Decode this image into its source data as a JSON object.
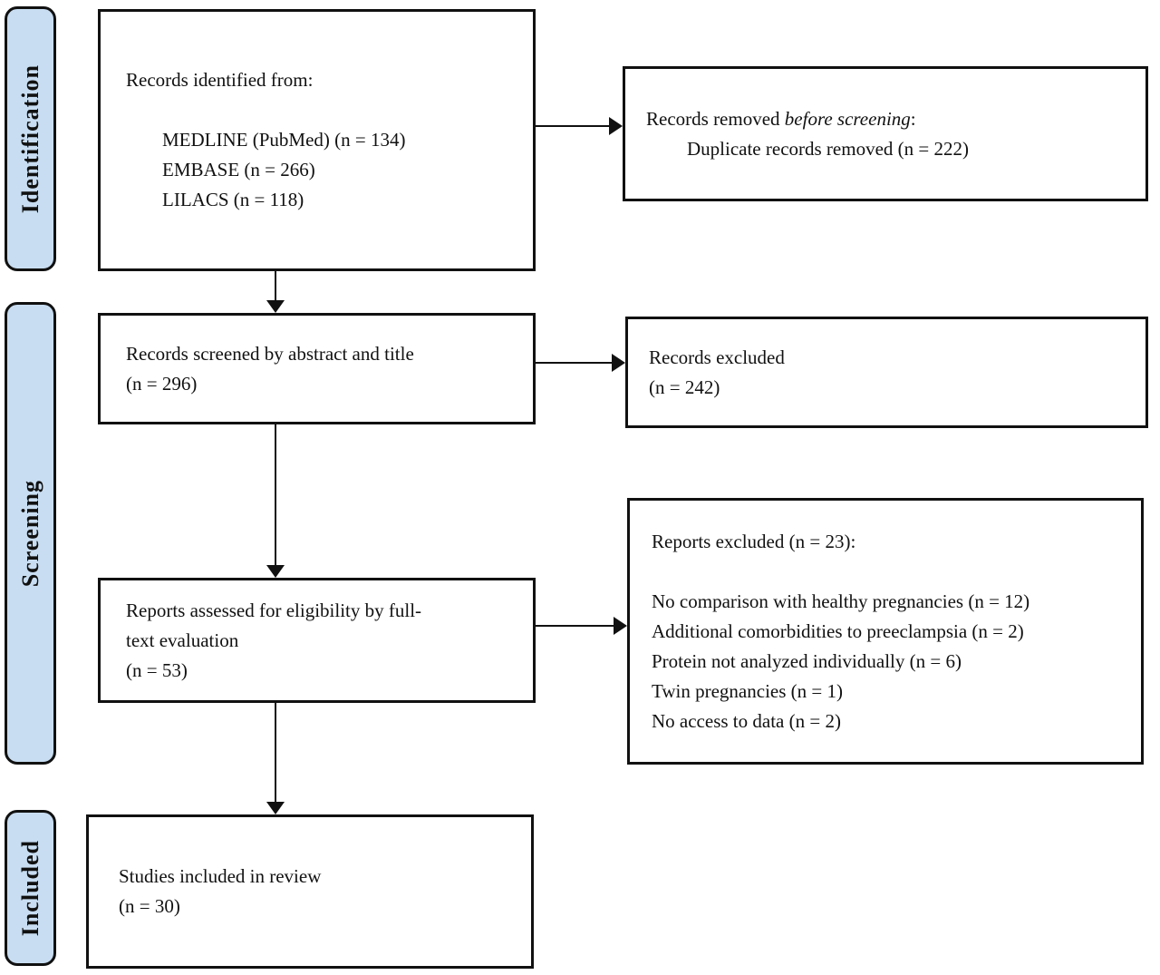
{
  "colors": {
    "stage_fill": "#c8ddf1",
    "border": "#111111",
    "background": "#ffffff"
  },
  "sidebar": {
    "stages": [
      {
        "label": "Identification"
      },
      {
        "label": "Screening"
      },
      {
        "label": "Included"
      }
    ]
  },
  "boxes": {
    "identified": {
      "title": "Records identified from:",
      "items": [
        "MEDLINE (PubMed) (n = 134)",
        "EMBASE (n = 266)",
        "LILACS (n = 118)"
      ]
    },
    "removed": {
      "text_before": "Records removed ",
      "text_italic": "before screening",
      "text_after": ":",
      "indented_line": "Duplicate records removed (n = 222)"
    },
    "screened": {
      "line1": "Records screened by abstract and title",
      "line2": "(n = 296)"
    },
    "records_excluded": {
      "line1": "Records excluded",
      "line2": "(n = 242)"
    },
    "assessed": {
      "line1": "Reports assessed for eligibility by full-",
      "line2": "text evaluation",
      "line3": "(n = 53)"
    },
    "reports_excluded": {
      "title": "Reports excluded (n = 23):",
      "reasons": [
        "No comparison with healthy pregnancies (n = 12)",
        "Additional comorbidities to preeclampsia (n = 2)",
        "Protein not analyzed individually (n = 6)",
        "Twin pregnancies (n = 1)",
        "No access to data (n = 2)"
      ]
    },
    "included": {
      "line1": "Studies included in review",
      "line2": "(n = 30)"
    }
  }
}
